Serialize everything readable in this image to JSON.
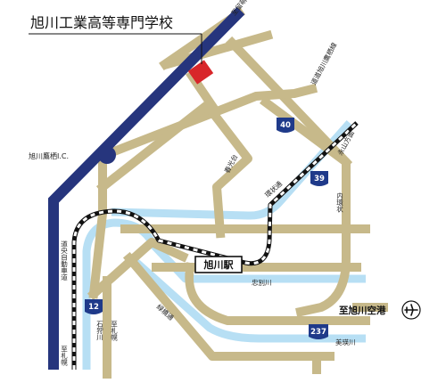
{
  "title": "旭川工業高等専門学校",
  "interchange": {
    "label": "旭川鷹栖I.C."
  },
  "station": {
    "label": "旭川駅"
  },
  "airport": {
    "label": "至旭川空港",
    "icon": "airplane-icon"
  },
  "routes": [
    {
      "number": "40"
    },
    {
      "number": "39"
    },
    {
      "number": "12"
    },
    {
      "number": "237"
    }
  ],
  "road_labels": {
    "nagayama": "道道旭川鷹栖線",
    "ring_north": "環状通",
    "kagura": "永山方面",
    "koyo": "春光台",
    "naikan": "内環状",
    "north_upper": "至留萌",
    "expressway": "道央自動車道",
    "sapporo_exp": "至札幌",
    "ishikari": "石狩川",
    "sapporo_road": "至札幌",
    "chuo": "緑橋通",
    "chubetsu": "忠別川",
    "biei": "美瑛川"
  },
  "colors": {
    "road": "#c7b98a",
    "river": "#b7dff4",
    "expressway": "#26357d",
    "school": "#d8262a",
    "route_shield": "#1f3a8a"
  }
}
